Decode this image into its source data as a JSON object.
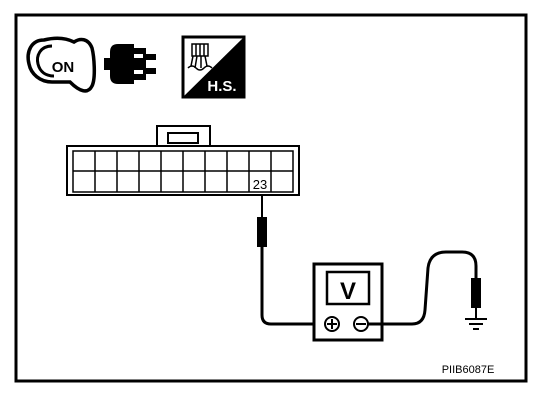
{
  "icons": {
    "ignition_label": "ON",
    "harness_label": "H.S."
  },
  "connector": {
    "terminal_label": "23"
  },
  "voltmeter": {
    "label": "V"
  },
  "figure_id": "PIIB6087E"
}
